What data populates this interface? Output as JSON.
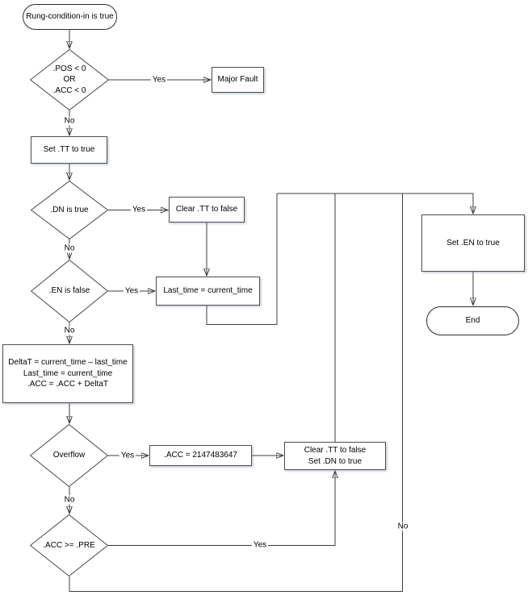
{
  "nodes": {
    "start": {
      "label": "Rung-condition-in is true"
    },
    "check_neg": {
      "line1": ".POS < 0",
      "line2": "OR",
      "line3": ".ACC < 0"
    },
    "major_fault": {
      "label": "Major Fault"
    },
    "set_tt": {
      "label": "Set .TT to true"
    },
    "dn_true": {
      "label": ".DN is true"
    },
    "clear_tt": {
      "label": "Clear .TT to false"
    },
    "en_false": {
      "label": ".EN is false"
    },
    "last_time": {
      "label": "Last_time = current_time"
    },
    "delta_t": {
      "line1": "DeltaT = current_time – last_time",
      "line2": "Last_time = current_time",
      "line3": ".ACC = .ACC + DeltaT"
    },
    "overflow": {
      "label": "Overflow"
    },
    "acc_max": {
      "label": ".ACC = 2147483647"
    },
    "clear_tt_set_dn": {
      "line1": "Clear .TT to false",
      "line2": "Set .DN to true"
    },
    "acc_ge_pre": {
      "label": ".ACC >= .PRE"
    },
    "set_en": {
      "label": "Set .EN to true"
    },
    "end": {
      "label": "End"
    }
  },
  "edge_labels": {
    "yes": "Yes",
    "no": "No"
  },
  "colors": {
    "line": "#3d3d3d",
    "box_border": "#4f4f4f",
    "shape_fill": "#ffffff",
    "text": "#000000",
    "arrowhead": "#111111"
  }
}
